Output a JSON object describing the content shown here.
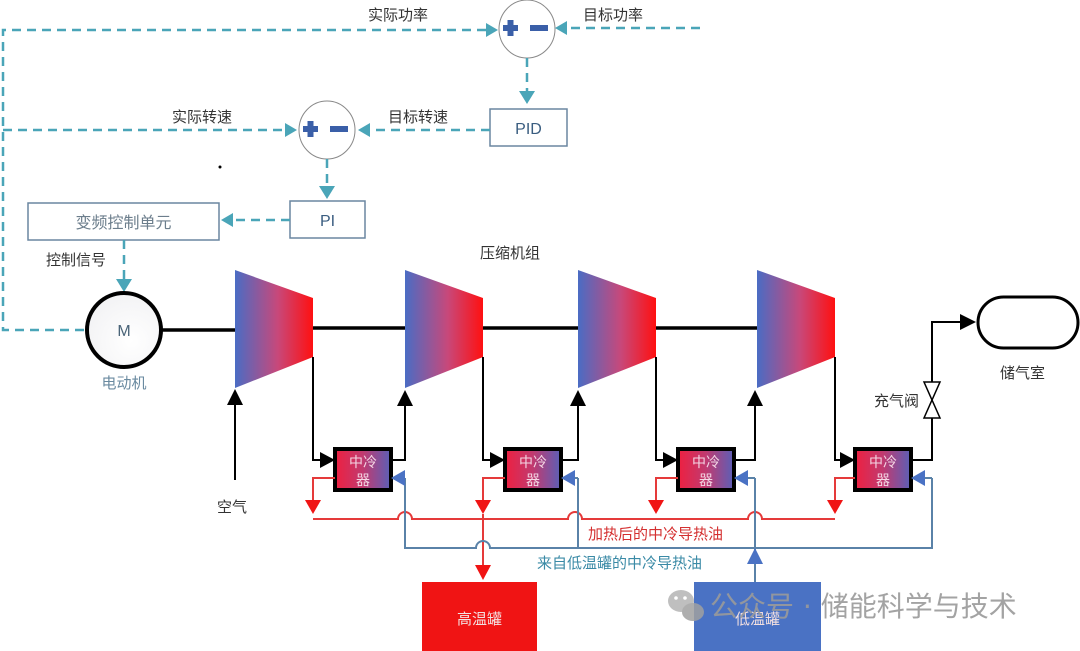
{
  "control_loop": {
    "power_summer": {
      "plus": "+",
      "minus": "−",
      "actual_label": "实际功率",
      "target_label": "目标功率"
    },
    "speed_summer": {
      "plus": "+",
      "minus": "−",
      "actual_label": "实际转速",
      "target_label": "目标转速"
    },
    "pid_label": "PID",
    "pi_label": "PI",
    "vfd_label": "变频控制单元",
    "control_signal_label": "控制信号"
  },
  "motor": {
    "symbol": "M",
    "label": "电动机"
  },
  "compressor_group": {
    "label": "压缩机组",
    "stage_count": 4
  },
  "intercoolers": [
    {
      "label_line1": "中冷",
      "label_line2": "器"
    },
    {
      "label_line1": "中冷",
      "label_line2": "器"
    },
    {
      "label_line1": "中冷",
      "label_line2": "器"
    },
    {
      "label_line1": "中冷",
      "label_line2": "器"
    }
  ],
  "air_inlet_label": "空气",
  "charge_valve_label": "充气阀",
  "storage_label": "储气室",
  "oil_lines": {
    "hot_label": "加热后的中冷导热油",
    "cold_label": "来自低温罐的中冷导热油"
  },
  "tanks": {
    "high_temp": "高温罐",
    "low_temp": "低温罐"
  },
  "colors": {
    "control_line": "#4aa5b8",
    "hot_oil": "#e53a3a",
    "cold_oil": "#5a82a8",
    "high_tank": "#f01414",
    "low_tank": "#4a72c4",
    "compressor_inlet": "#4a6cc4",
    "compressor_outlet": "#ff1010"
  },
  "watermark": {
    "icon": "wechat-icon",
    "text": "公众号 · 储能科学与技术"
  }
}
